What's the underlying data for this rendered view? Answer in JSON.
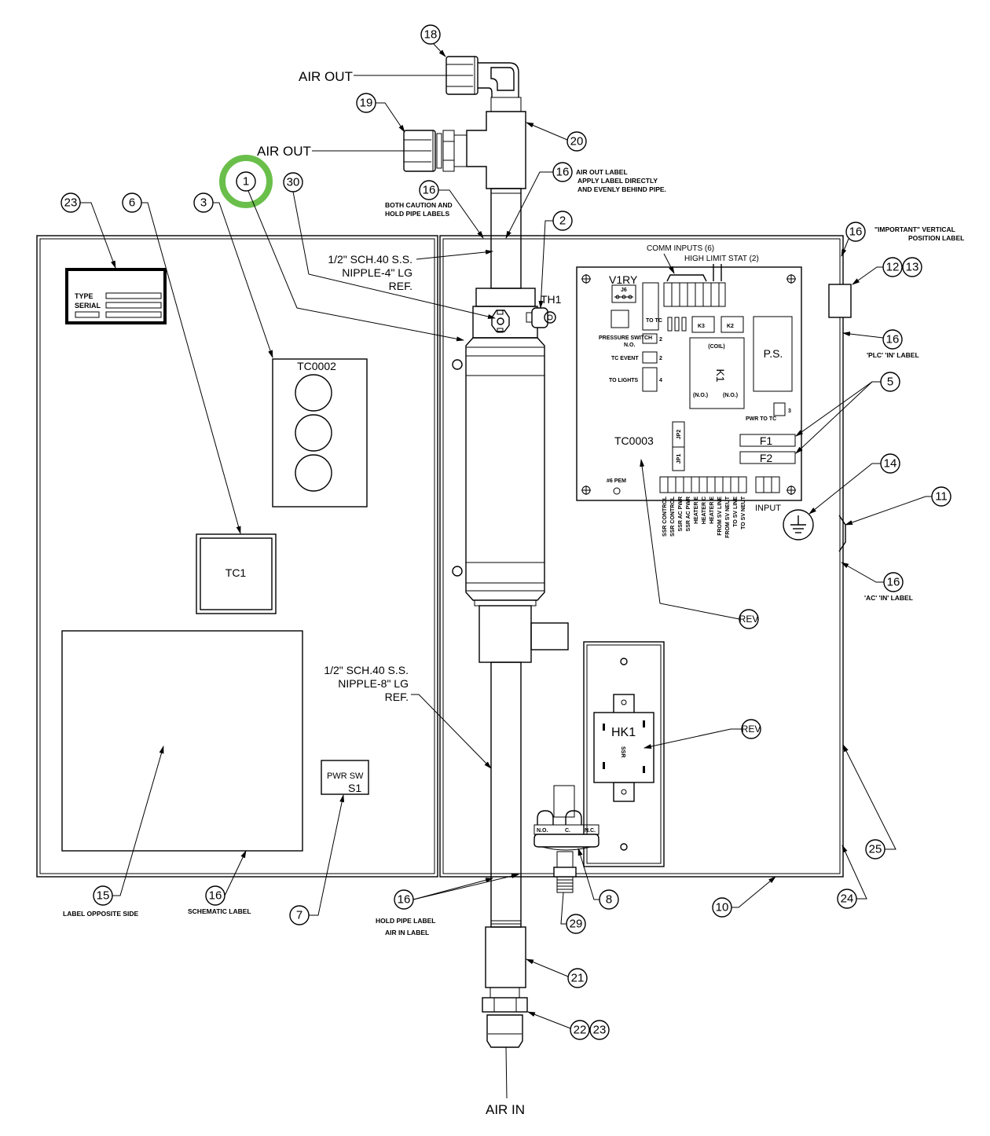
{
  "title": "Air heater control enclosure assembly drawing",
  "highlight_color": "#6abf4b",
  "flow_labels": {
    "air_out_top": "AIR OUT",
    "air_out_side": "AIR OUT",
    "air_in": "AIR IN"
  },
  "balloons": {
    "b1": "1",
    "b2": "2",
    "b3": "3",
    "b5": "5",
    "b6": "6",
    "b7": "7",
    "b8": "8",
    "b10": "10",
    "b11": "11",
    "b12": "12",
    "b13": "13",
    "b14": "14",
    "b15": "15",
    "b16": "16",
    "b18": "18",
    "b19": "19",
    "b20": "20",
    "b21": "21",
    "b22": "22",
    "b23": "23",
    "b24": "24",
    "b25": "25",
    "b29": "29",
    "b30": "30",
    "rev": "REV"
  },
  "notes": {
    "air_out_label_1": "AIR OUT LABEL",
    "air_out_label_2": "APPLY LABEL DIRECTLY",
    "air_out_label_3": "AND EVENLY BEHIND PIPE.",
    "caution_1": "BOTH CAUTION  AND",
    "caution_2": "HOLD PIPE LABELS",
    "important_1": "\"IMPORTANT\" VERTICAL",
    "important_2": "POSITION LABEL",
    "plc_in": "'PLC' 'IN' LABEL",
    "ac_in": "'AC' 'IN' LABEL",
    "label_opposite": "LABEL OPPOSITE SIDE",
    "schematic_label": "SCHEMATIC LABEL",
    "hold_pipe": "HOLD PIPE LABEL",
    "air_in_label": "AIR IN LABEL"
  },
  "pipe_refs": {
    "nipple4_1": "1/2\" SCH.40 S.S.",
    "nipple4_2": "NIPPLE-4\" LG",
    "nipple4_3": "REF.",
    "nipple8_1": "1/2\" SCH.40 S.S.",
    "nipple8_2": "NIPPLE-8\" LG",
    "nipple8_3": "REF."
  },
  "left_door": {
    "nameplate_type": "TYPE",
    "nameplate_serial": "SERIAL",
    "light_panel": "TC0002",
    "controller": "TC1",
    "power_switch_1": "PWR SW",
    "power_switch_2": "S1"
  },
  "board": {
    "id": "TC0003",
    "comm_inputs": "COMM INPUTS (6)",
    "high_limit": "HIGH LIMIT STAT (2)",
    "v1ry": "V1RY",
    "j6": "J6",
    "to_tc": "TO TC",
    "pressure_switch": "PRESSURE SWITCH",
    "no": "N.O.",
    "tc_event": "TC EVENT",
    "to_lights": "TO LIGHTS",
    "n2a": "2",
    "n2b": "2",
    "n4": "4",
    "n3": "3",
    "k3": "K3",
    "k2": "K2",
    "k1": "K1",
    "coil": "(COIL)",
    "no_left": "(N.O.)",
    "no_right": "(N.O.)",
    "ps": "P.S.",
    "pwr_to_tc": "PWR TO TC",
    "jp1": "JP1",
    "jp2": "JP2",
    "f1": "F1",
    "f2": "F2",
    "pem": "#6 PEM",
    "input": "INPUT",
    "terminals": [
      "SSR CONTROL",
      "SSR CONTROL",
      "SSR AC PWR",
      "SSR AC PWR",
      "HEATER E",
      "HEATER C",
      "HEATER E",
      "FROM SV LINE",
      "FROM SV NEUT",
      "TO SV LINE",
      "TO SV NEUT"
    ]
  },
  "components": {
    "th1": "TH1",
    "hk1": "HK1",
    "ssr": "SSR",
    "ps_no": "N.O.",
    "ps_c": "C.",
    "ps_nc": "N.C."
  }
}
